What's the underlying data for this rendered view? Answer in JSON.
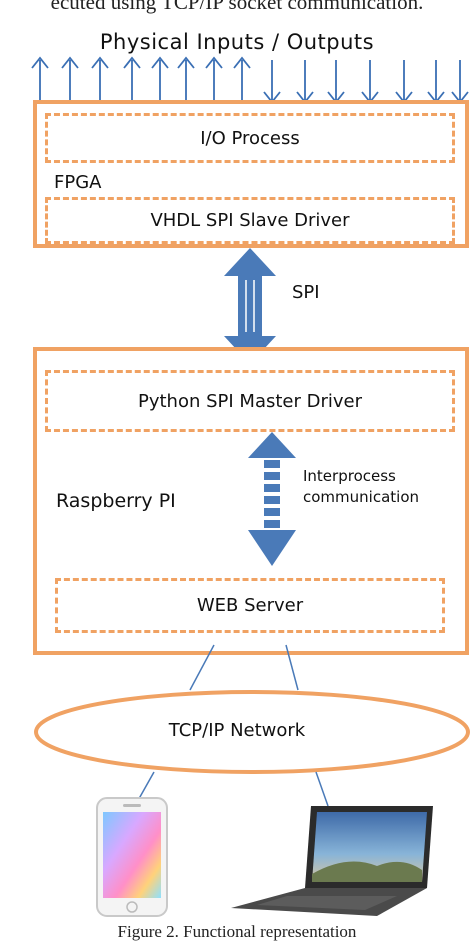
{
  "caption_top": "ecuted using TCP/IP socket communication.",
  "io_title": "Physical  Inputs  / Outputs",
  "fpga": {
    "label": "FPGA",
    "io_process": "I/O Process",
    "spi_slave": "VHDL SPI Slave Driver"
  },
  "spi_label": "SPI",
  "raspberry": {
    "label": "Raspberry  PI",
    "spi_master": "Python SPI Master Driver",
    "ipc_line1": "Interprocess",
    "ipc_line2": "communication",
    "web_server": "WEB Server"
  },
  "network": "TCP/IP Network",
  "caption_bottom": "Figure 2. Functional representation",
  "colors": {
    "orange": "#f0a263",
    "blue": "#4a7ab8",
    "arrow_line": "#3a6fb4"
  },
  "icons": [
    "smartphone-icon",
    "laptop-icon"
  ]
}
